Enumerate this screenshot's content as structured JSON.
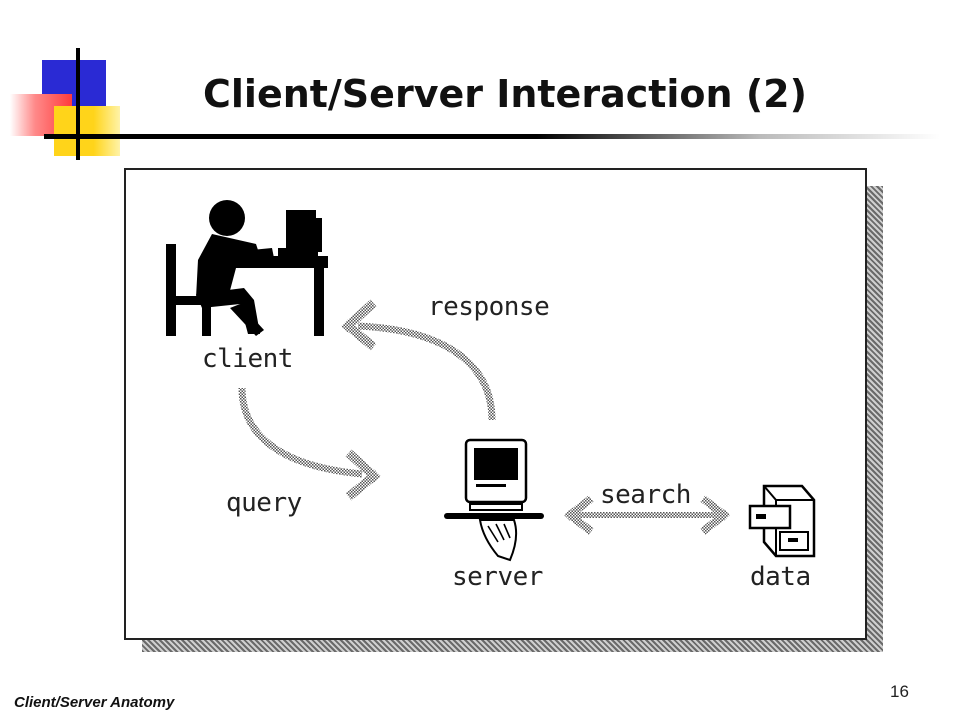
{
  "slide": {
    "title": "Client/Server Interaction (2)",
    "footer": "Client/Server Anatomy",
    "page_number": "16"
  },
  "diagram": {
    "nodes": {
      "client": {
        "label": "client",
        "icon": "person-at-computer-icon"
      },
      "server": {
        "label": "server",
        "icon": "server-computer-icon"
      },
      "data": {
        "label": "data",
        "icon": "filing-cabinet-icon"
      }
    },
    "edges": {
      "query": {
        "label": "query",
        "from": "client",
        "to": "server"
      },
      "response": {
        "label": "response",
        "from": "server",
        "to": "client"
      },
      "search": {
        "label": "search",
        "from": "server",
        "to": "data",
        "bidirectional": true
      }
    }
  },
  "colors": {
    "logo_blue": "#2a2ad4",
    "logo_red": "#ff3b3b",
    "logo_yellow": "#ffd41a"
  }
}
